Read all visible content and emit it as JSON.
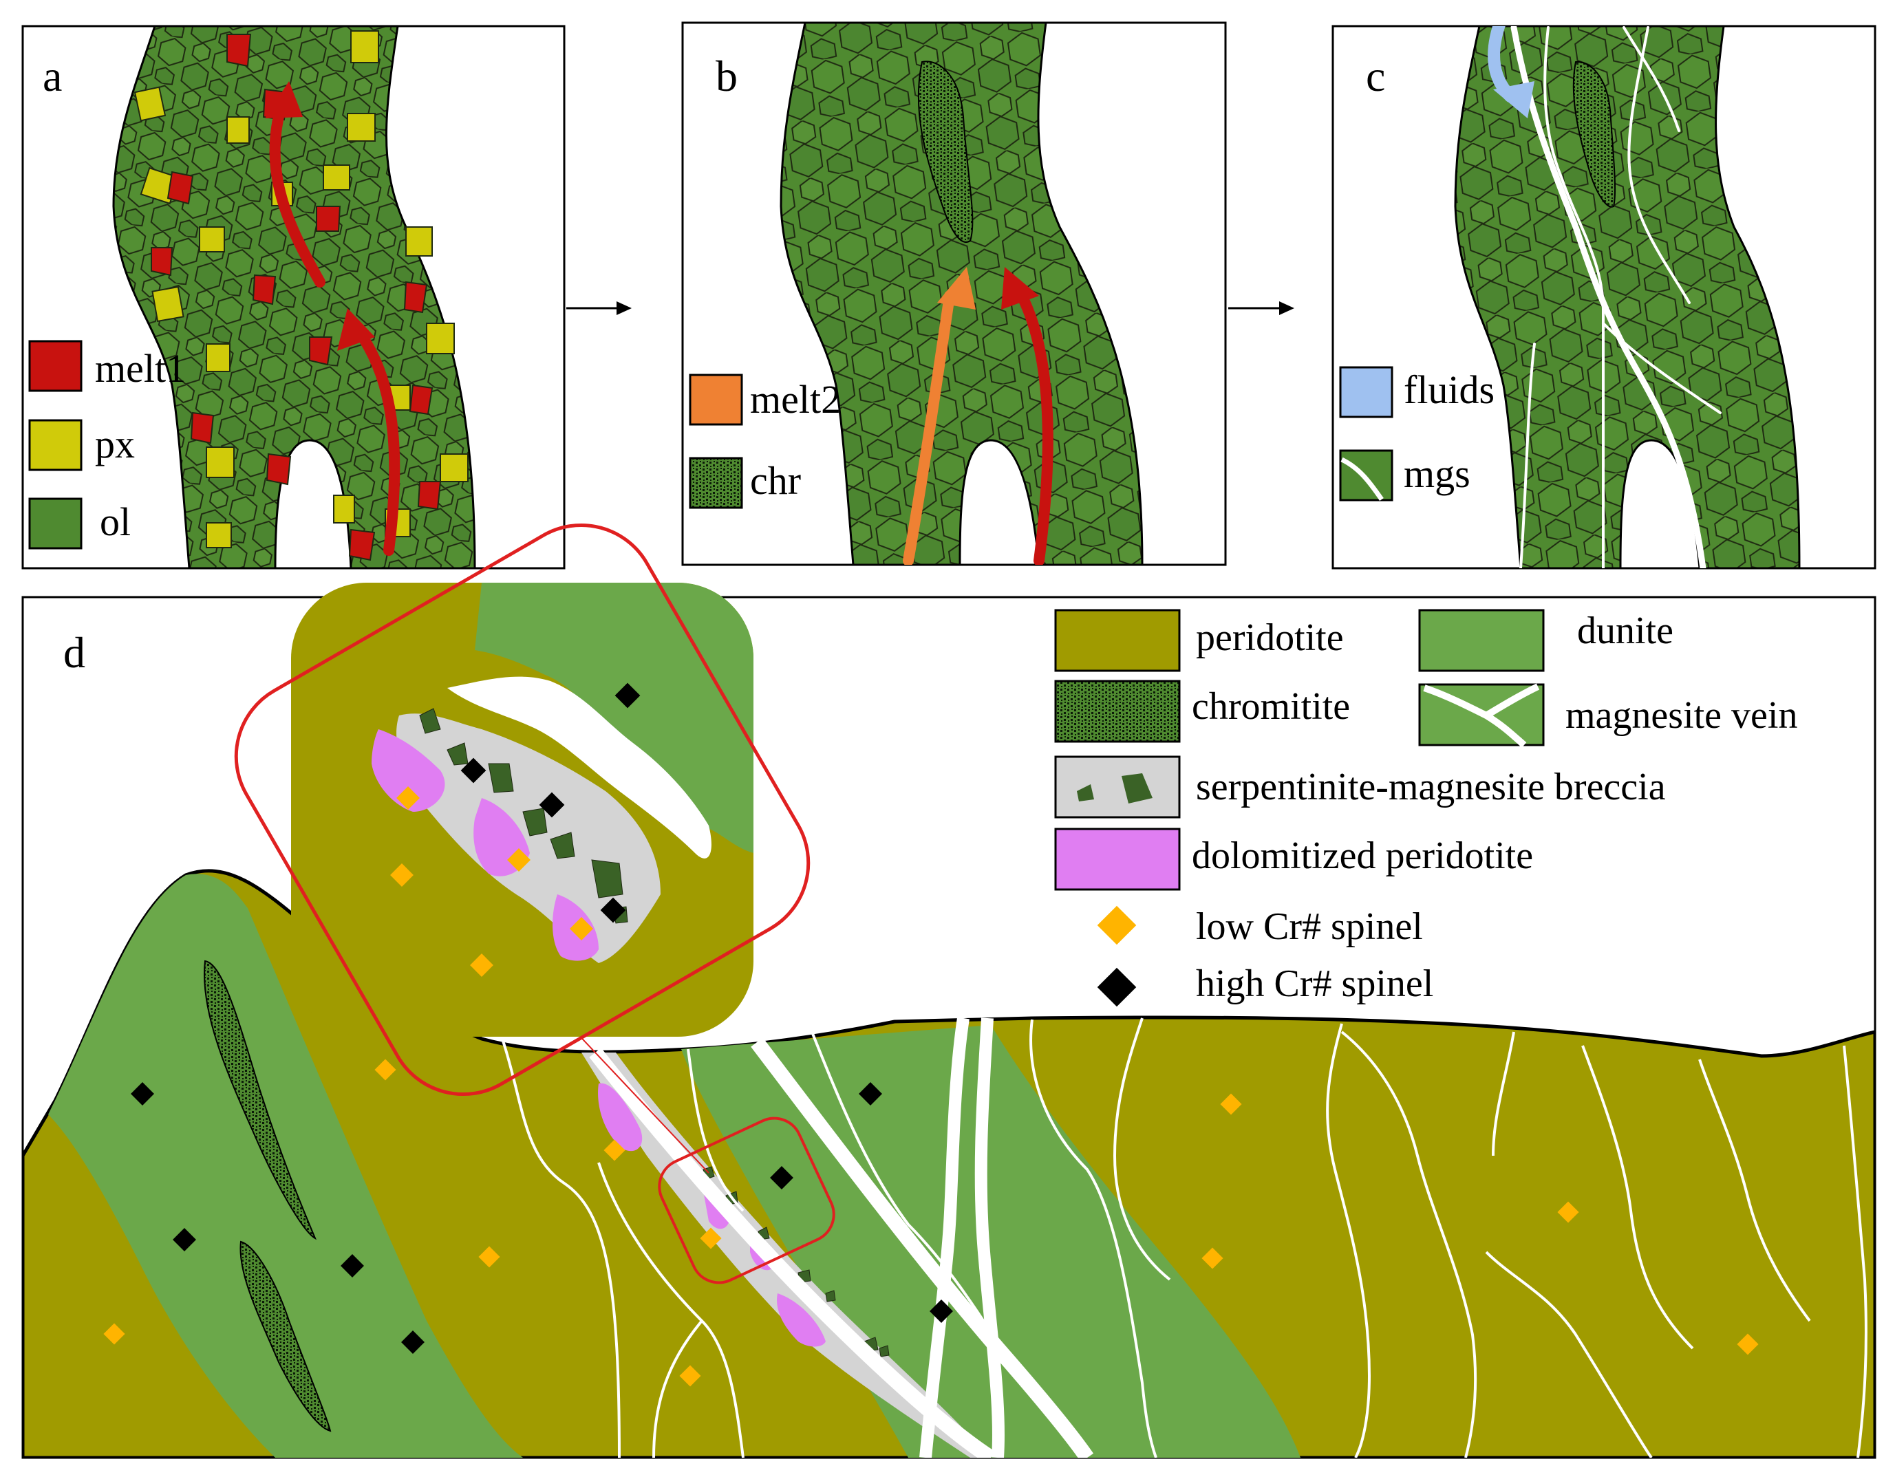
{
  "panels": {
    "a": {
      "letter": "a",
      "legend": [
        "melt1",
        "px",
        "ol"
      ]
    },
    "b": {
      "letter": "b",
      "legend": [
        "melt2",
        "chr"
      ]
    },
    "c": {
      "letter": "c",
      "legend": [
        "fluids",
        "mgs"
      ]
    },
    "d": {
      "letter": "d",
      "legend": {
        "peridotite": "peridotite",
        "dunite": "dunite",
        "chromitite": "chromitite",
        "magnesite_vein": "magnesite vein",
        "breccia": "serpentinite-magnesite breccia",
        "dolomitized": "dolomitized peridotite",
        "low_cr": "low Cr# spinel",
        "high_cr": "high Cr# spinel"
      }
    }
  },
  "colors": {
    "melt1": "#c8120f",
    "px": "#d0cb0a",
    "ol": "#4f8a30",
    "melt2": "#ef8133",
    "fluids": "#9fc1f0",
    "peridotite": "#a09b00",
    "dunite": "#6ba84a",
    "breccia": "#d4d4d4",
    "dolomitized": "#e07ef2",
    "clast": "#3a6226",
    "low_cr": "#ffb400",
    "high_cr": "#000000"
  }
}
